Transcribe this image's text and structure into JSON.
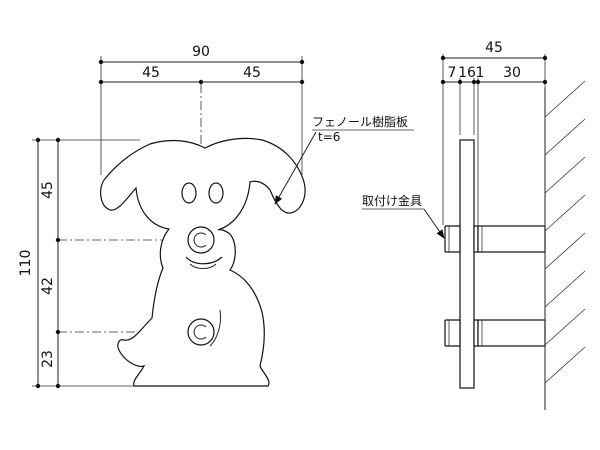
{
  "front_view": {
    "dims": {
      "overall_width": "90",
      "half_left": "45",
      "half_right": "45",
      "overall_height": "110",
      "top_segment": "45",
      "middle_segment": "42",
      "bottom_segment": "23"
    },
    "note_material": "フェノール樹脂板",
    "note_thickness": "t=6"
  },
  "side_view": {
    "dims": {
      "overall_depth": "45",
      "seg_a": "7",
      "seg_b": "16",
      "seg_c": "1",
      "seg_d": "30"
    },
    "note_fitting": "取付け金具"
  }
}
